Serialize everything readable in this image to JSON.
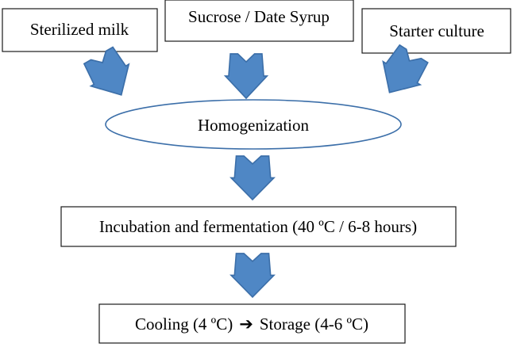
{
  "nodes": {
    "sterilized_milk": "Sterilized milk",
    "sweetener": "Sucrose / Date Syrup",
    "starter_culture": "Starter culture",
    "homogenization": "Homogenization",
    "incubation": "Incubation and fermentation (40 ºC / 6-8 hours)",
    "cooling": "Cooling (4 ºC)",
    "storage": "Storage (4-6 ºC)",
    "cooling_arrow": "➔"
  },
  "colors": {
    "arrow_fill": "#4f87c5",
    "arrow_stroke": "#3c6fa9",
    "box_border": "#1a1a1a"
  }
}
